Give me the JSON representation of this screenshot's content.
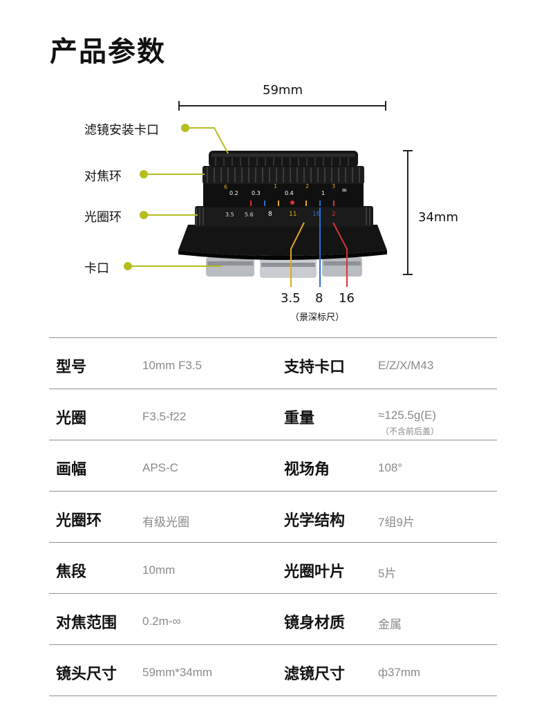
{
  "title": "产品参数",
  "diagram": {
    "width_label": "59mm",
    "height_label": "34mm",
    "callouts": {
      "filter_mount": "滤镜安装卡口",
      "focus_ring": "对焦环",
      "aperture_ring": "光圈环",
      "mount": "卡口"
    },
    "focus_scale": [
      "6",
      "0.2",
      "0.3",
      "1",
      "0.4",
      "2",
      "1",
      "3",
      "∞"
    ],
    "aperture_scale": [
      "3.5",
      "5.6",
      "8",
      "11",
      "16",
      "2"
    ],
    "dof_marks": [
      "3.5",
      "8",
      "16"
    ],
    "dof_note": "（景深标尺）",
    "colors": {
      "callout_dot": "#b5bd1f",
      "dof_3_5": "#e0a91c",
      "dof_8": "#2a6fd6",
      "dof_16": "#d9343a"
    }
  },
  "specs": {
    "rows": [
      {
        "l_label": "型号",
        "l_value": "10mm F3.5",
        "r_label": "支持卡口",
        "r_value": "E/Z/X/M43",
        "r_note": ""
      },
      {
        "l_label": "光圈",
        "l_value": "F3.5-f22",
        "r_label": "重量",
        "r_value": "≈125.5g(E)",
        "r_note": "（不含前后盖）"
      },
      {
        "l_label": "画幅",
        "l_value": "APS-C",
        "r_label": "视场角",
        "r_value": "108°",
        "r_note": ""
      },
      {
        "l_label": "光圈环",
        "l_value": "有级光圈",
        "r_label": "光学结构",
        "r_value": "7组9片",
        "r_note": ""
      },
      {
        "l_label": "焦段",
        "l_value": "10mm",
        "r_label": "光圈叶片",
        "r_value": "5片",
        "r_note": ""
      },
      {
        "l_label": "对焦范围",
        "l_value": "0.2m-∞",
        "r_label": "镜身材质",
        "r_value": "金属",
        "r_note": ""
      },
      {
        "l_label": "镜头尺寸",
        "l_value": "59mm*34mm",
        "r_label": "滤镜尺寸",
        "r_value": "ф37mm",
        "r_note": ""
      }
    ]
  }
}
